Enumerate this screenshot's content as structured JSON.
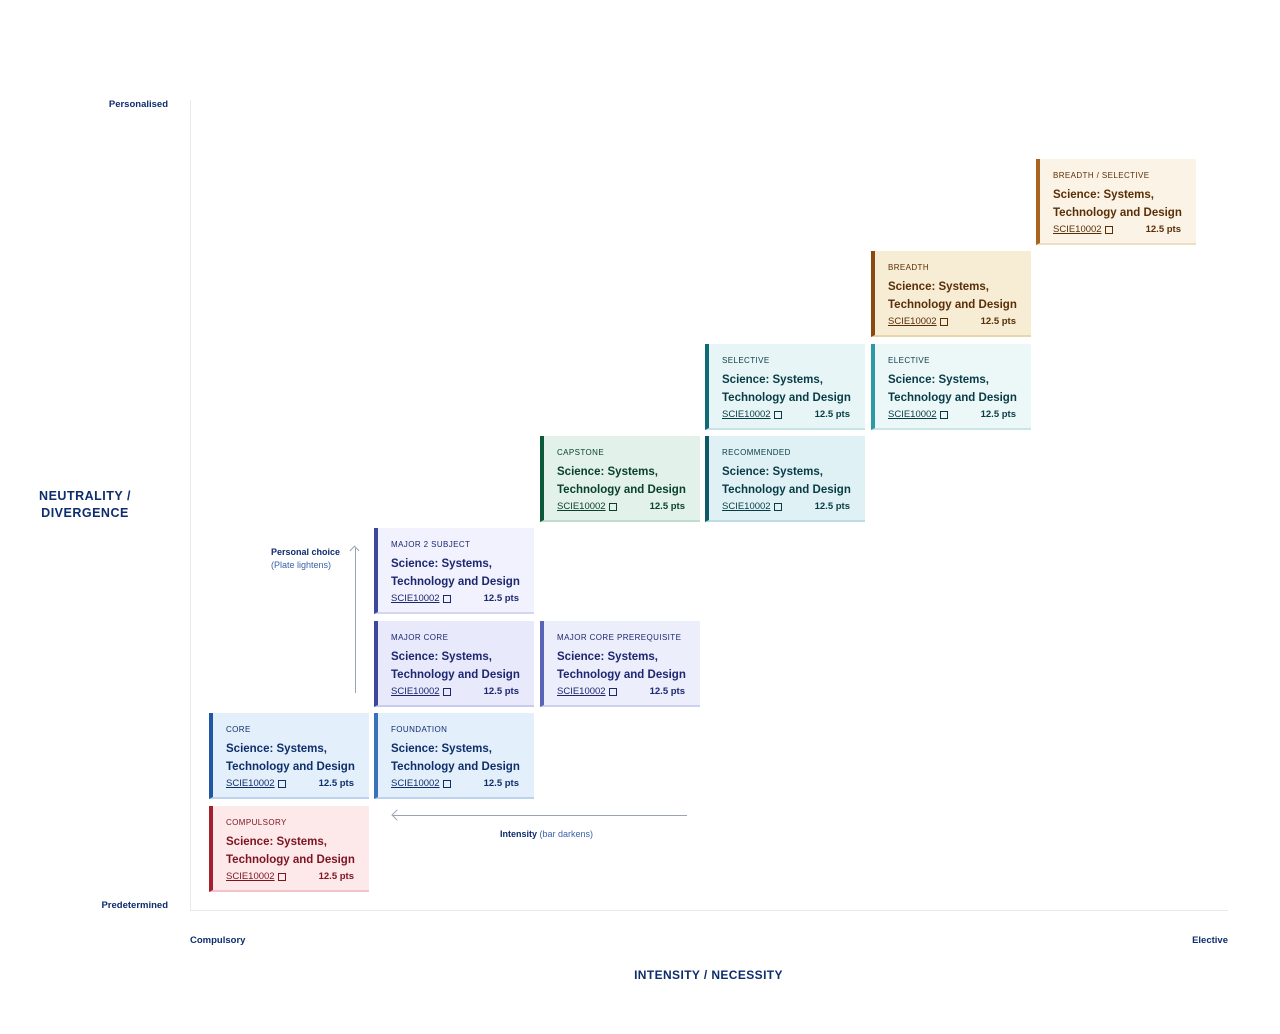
{
  "axes": {
    "y_title": "NEUTRALITY / DIVERGENCE",
    "y_top": "Personalised",
    "y_bottom": "Predetermined",
    "x_left": "Compulsory",
    "x_right": "Elective",
    "x_title": "INTENSITY / NECESSITY"
  },
  "notes": {
    "personal_choice": "Personal choice",
    "personal_choice_sub": "(Plate lightens)",
    "intensity": "Intensity",
    "intensity_sub": "(bar darkens)"
  },
  "colors": {
    "axis_text": "#0d2d6c",
    "compulsory": "#a5202e",
    "core": "#1f56a5",
    "major": "#3d47a0",
    "capstone": "#0d5a3a",
    "recommended": "#0d5a66",
    "elective": "#2a9aa5",
    "breadth": "#8a4a0f"
  },
  "cards": {
    "compulsory": {
      "label": "COMPULSORY",
      "title": "Science: Systems, Technology and Design",
      "code": "SCIE10002",
      "points": "12.5 pts",
      "icon": "external-link-icon"
    },
    "core": {
      "label": "CORE",
      "title": "Science: Systems, Technology and Design",
      "code": "SCIE10002",
      "points": "12.5 pts",
      "icon": "external-link-icon"
    },
    "foundation": {
      "label": "FOUNDATION",
      "title": "Science: Systems, Technology and Design",
      "code": "SCIE10002",
      "points": "12.5 pts",
      "icon": "external-link-icon"
    },
    "major_core": {
      "label": "MAJOR CORE",
      "title": "Science: Systems, Technology and Design",
      "code": "SCIE10002",
      "points": "12.5 pts",
      "icon": "external-link-icon"
    },
    "major_core_prereq": {
      "label": "MAJOR CORE PREREQUISITE",
      "title": "Science: Systems, Technology and Design",
      "code": "SCIE10002",
      "points": "12.5 pts",
      "icon": "external-link-icon"
    },
    "major2": {
      "label": "MAJOR 2 SUBJECT",
      "title": "Science: Systems, Technology and Design",
      "code": "SCIE10002",
      "points": "12.5 pts",
      "icon": "external-link-icon"
    },
    "capstone": {
      "label": "CAPSTONE",
      "title": "Science: Systems, Technology and Design",
      "code": "SCIE10002",
      "points": "12.5 pts",
      "icon": "external-link-icon"
    },
    "recommended": {
      "label": "RECOMMENDED",
      "title": "Science: Systems, Technology and Design",
      "code": "SCIE10002",
      "points": "12.5 pts",
      "icon": "external-link-icon"
    },
    "selective": {
      "label": "SELECTIVE",
      "title": "Science: Systems, Technology and Design",
      "code": "SCIE10002",
      "points": "12.5 pts",
      "icon": "external-link-icon"
    },
    "elective": {
      "label": "ELECTIVE",
      "title": "Science: Systems, Technology and Design",
      "code": "SCIE10002",
      "points": "12.5 pts",
      "icon": "external-link-icon"
    },
    "breadth": {
      "label": "BREADTH",
      "title": "Science: Systems, Technology and Design",
      "code": "SCIE10002",
      "points": "12.5 pts",
      "icon": "external-link-icon"
    },
    "breadth_selective": {
      "label": "BREADTH / SELECTIVE",
      "title": "Science: Systems, Technology and Design",
      "code": "SCIE10002",
      "points": "12.5 pts",
      "icon": "external-link-icon"
    }
  }
}
